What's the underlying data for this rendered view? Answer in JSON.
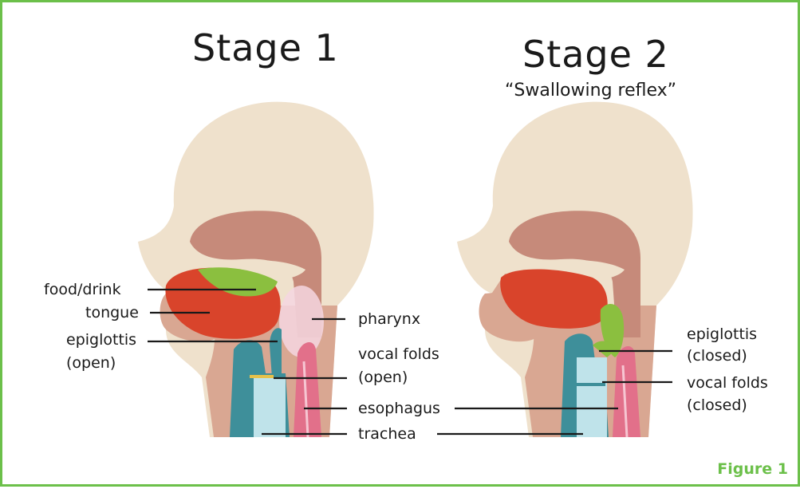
{
  "stage1": {
    "title": "Stage 1",
    "labels": {
      "food": "food/drink",
      "tongue": "tongue",
      "epiglottis_1": "epiglottis",
      "epiglottis_2": "(open)",
      "pharynx": "pharynx",
      "vocal_1": "vocal folds",
      "vocal_2": "(open)"
    }
  },
  "stage2": {
    "title": "Stage 2",
    "subtitle": "“Swallowing reflex”",
    "labels": {
      "epiglottis_1": "epiglottis",
      "epiglottis_2": "(closed)",
      "vocal_1": "vocal folds",
      "vocal_2": "(closed)"
    }
  },
  "shared_labels": {
    "esophagus": "esophagus",
    "trachea": "trachea"
  },
  "figure_tag": "Figure 1",
  "colors": {
    "border": "#6cc04a",
    "head": "#efe1cc",
    "skin": "#d9a792",
    "cavity": "#c68a7a",
    "tongue": "#d9442b",
    "food": "#8bbf3f",
    "trachea": "#3e8f9a",
    "trachea_inner": "#bfe3ea",
    "esophagus": "#e2708a"
  }
}
